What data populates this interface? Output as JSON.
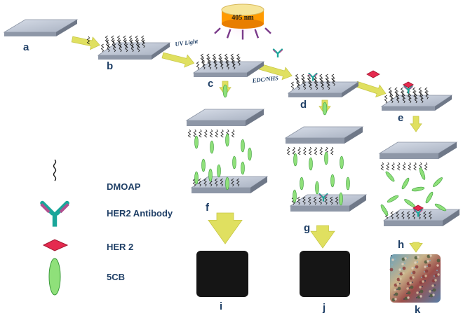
{
  "steps": {
    "a": "a",
    "b": "b",
    "c": "c",
    "d": "d",
    "e": "e",
    "f": "f",
    "g": "g",
    "h": "h",
    "i": "i",
    "j": "j",
    "k": "k"
  },
  "arrows": {
    "uv_light": "UV Light",
    "edc_nhs": "EDC/NHS"
  },
  "lamp": {
    "label": "405 nm"
  },
  "legend": {
    "dmoap": "DMOAP",
    "her2_antibody": "HER2 Antibody",
    "her2": "HER 2",
    "5cb": "5CB"
  },
  "colors": {
    "glass_top": "#bcc6d6",
    "glass_side": "#7d8696",
    "arrow": "#e0e060",
    "lc_green": "#8fe07a",
    "antibody_teal": "#1aa69a",
    "antibody_pink": "#b0508f",
    "her2_red": "#e52a4f",
    "lamp_body": "#ff9900",
    "lamp_top": "#f6e59a",
    "lamp_rays": "#7a3a8a",
    "dark_image": "#141414"
  }
}
